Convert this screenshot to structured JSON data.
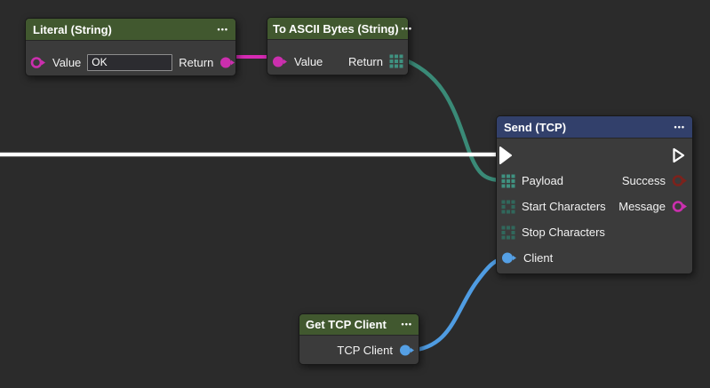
{
  "editor": {
    "type": "visual-programming-node-graph",
    "background_color": "#2b2b2b",
    "node_body_color": "#3b3b3b"
  },
  "colors": {
    "header_green": "#41582f",
    "header_blue": "#32406b",
    "string_magenta": "#cb2fae",
    "wire_magenta": "#d62bb4",
    "bytes_teal": "#3f9180",
    "bytes_teal_dim": "#30685c",
    "wire_teal": "#3a8a77",
    "client_blue": "#55a0e5",
    "wire_blue": "#4f9ce2",
    "error_red": "#7c221c",
    "flow_white": "#ffffff"
  },
  "nodes": {
    "literal": {
      "title": "Literal (String)",
      "menu": "•••",
      "ports": {
        "value_label": "Value",
        "return_label": "Return"
      },
      "value_field": {
        "value": "OK"
      }
    },
    "to_ascii_bytes": {
      "title": "To ASCII Bytes (String)",
      "menu": "•••",
      "ports": {
        "value_label": "Value",
        "return_label": "Return"
      }
    },
    "send_tcp": {
      "title": "Send (TCP)",
      "menu": "•••",
      "ports": {
        "payload_label": "Payload",
        "success_label": "Success",
        "start_characters_label": "Start Characters",
        "message_label": "Message",
        "stop_characters_label": "Stop Characters",
        "client_label": "Client"
      }
    },
    "get_tcp_client": {
      "title": "Get TCP Client",
      "menu": "•••",
      "ports": {
        "tcp_client_label": "TCP Client"
      }
    }
  }
}
